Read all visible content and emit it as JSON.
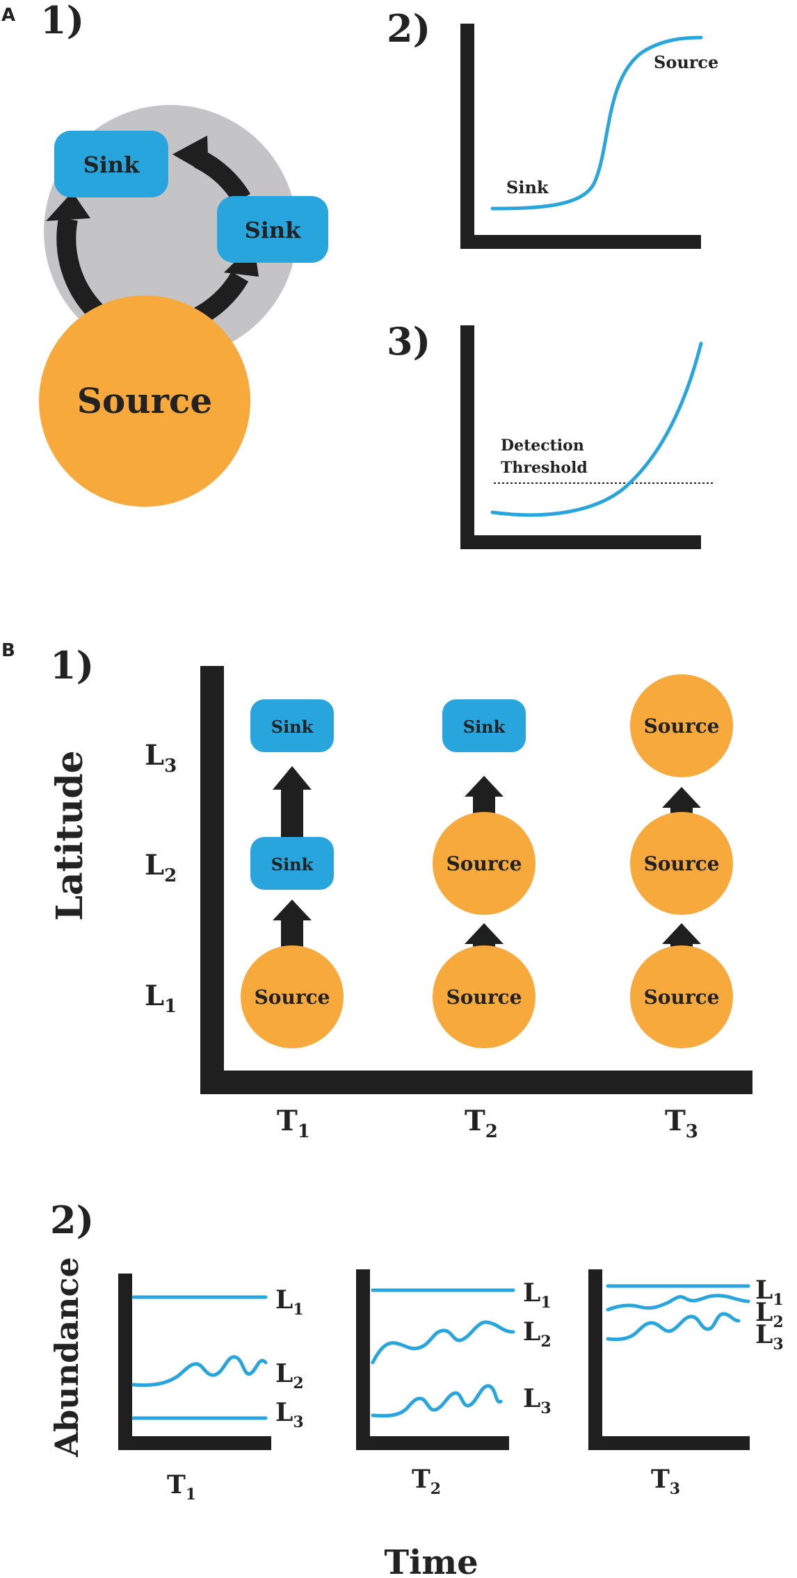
{
  "panel_a": {
    "letter": "A",
    "part1": {
      "number": "1)",
      "sink_top_label": "Sink",
      "sink_right_label": "Sink",
      "source_label": "Source"
    },
    "part2": {
      "number": "2)",
      "sink_label": "Sink",
      "source_label": "Source"
    },
    "part3": {
      "number": "3)",
      "threshold_line1": "Detection",
      "threshold_line2": "Threshold"
    }
  },
  "panel_b": {
    "letter": "B",
    "part1": {
      "number": "1)",
      "y_axis_label": "Latitude",
      "latitudes": [
        {
          "base": "L",
          "sub": "3"
        },
        {
          "base": "L",
          "sub": "2"
        },
        {
          "base": "L",
          "sub": "1"
        }
      ],
      "times": [
        {
          "base": "T",
          "sub": "1"
        },
        {
          "base": "T",
          "sub": "2"
        },
        {
          "base": "T",
          "sub": "3"
        }
      ],
      "grid": [
        [
          "Source",
          "Sink",
          "Sink"
        ],
        [
          "Source",
          "Source",
          "Sink"
        ],
        [
          "Source",
          "Source",
          "Source"
        ]
      ]
    },
    "part2": {
      "number": "2)",
      "y_axis_label": "Abundance",
      "x_axis_label": "Time",
      "plots": [
        {
          "time": {
            "base": "T",
            "sub": "1"
          },
          "lines": [
            {
              "base": "L",
              "sub": "1"
            },
            {
              "base": "L",
              "sub": "2"
            },
            {
              "base": "L",
              "sub": "3"
            }
          ]
        },
        {
          "time": {
            "base": "T",
            "sub": "2"
          },
          "lines": [
            {
              "base": "L",
              "sub": "1"
            },
            {
              "base": "L",
              "sub": "2"
            },
            {
              "base": "L",
              "sub": "3"
            }
          ]
        },
        {
          "time": {
            "base": "T",
            "sub": "3"
          },
          "lines": [
            {
              "base": "L",
              "sub": "1"
            },
            {
              "base": "L",
              "sub": "2"
            },
            {
              "base": "L",
              "sub": "3"
            }
          ]
        }
      ]
    }
  },
  "colors": {
    "source": "#f7a93b",
    "sink": "#27a5dc",
    "arrow": "#1f1f1f",
    "cloud": "#c4c4c6",
    "curve": "#27a5dc"
  }
}
